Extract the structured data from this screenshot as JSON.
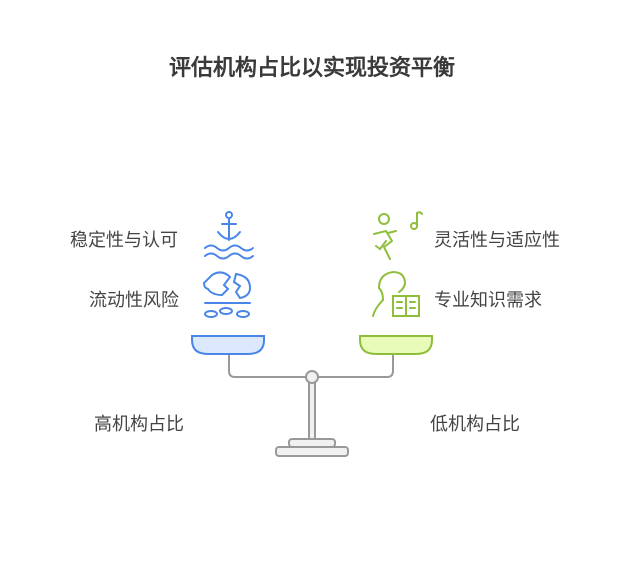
{
  "title": "评估机构占比以实现投资平衡",
  "left": {
    "items": [
      "稳定性与认可",
      "流动性风险"
    ],
    "side_label": "高机构占比",
    "color": "#4a86e8",
    "fill": "#dce8fc"
  },
  "right": {
    "items": [
      "灵活性与适应性",
      "专业知识需求"
    ],
    "side_label": "低机构占比",
    "color": "#8fbf3a",
    "fill": "#e8fbb8"
  }
}
